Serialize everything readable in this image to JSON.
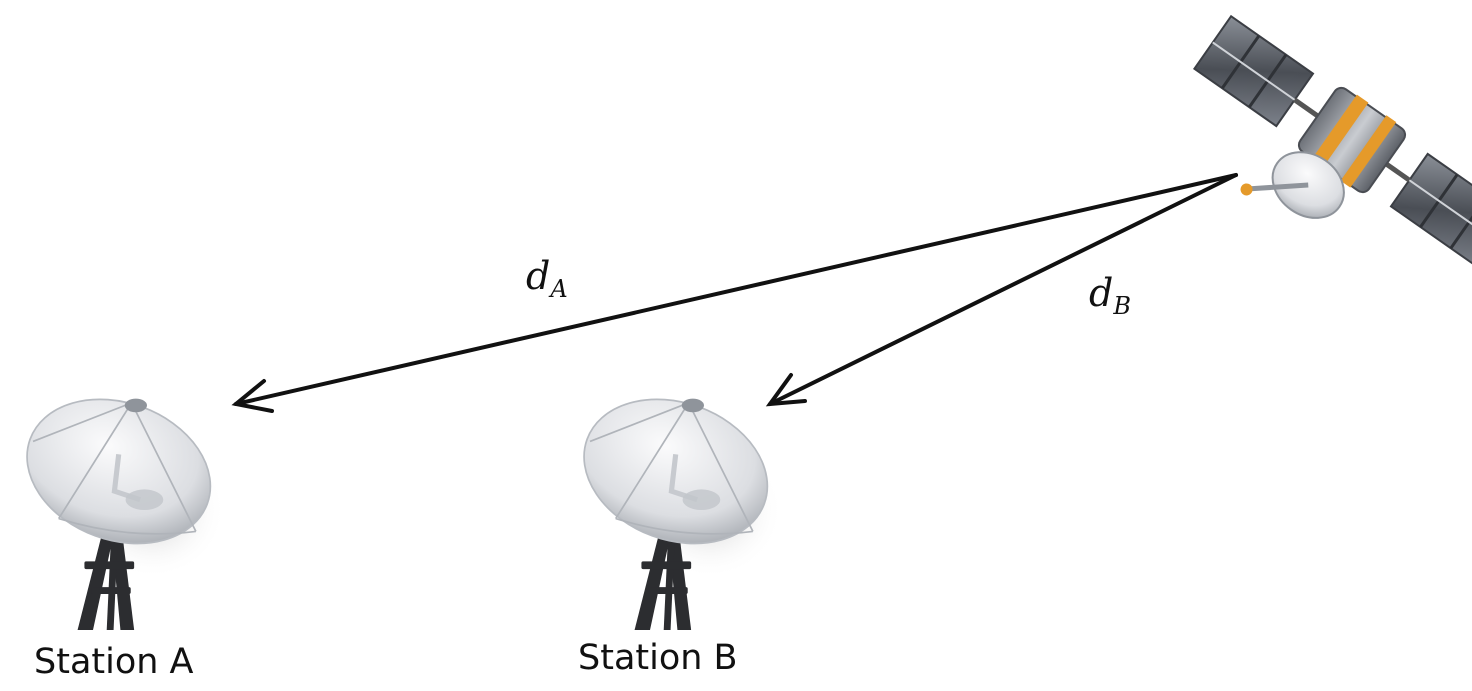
{
  "stations": [
    {
      "id": "a",
      "label": "Station A"
    },
    {
      "id": "b",
      "label": "Station B"
    }
  ],
  "distances": [
    {
      "id": "a",
      "symbol": "d",
      "subscript": "A"
    },
    {
      "id": "b",
      "symbol": "d",
      "subscript": "B"
    }
  ],
  "icons": {
    "satellite": "satellite-icon",
    "dish": "satellite-dish-icon"
  },
  "colors": {
    "line": "#111111",
    "panel": "#5b5f66",
    "gold": "#e59a2a",
    "dish": "#e2e4e7"
  }
}
